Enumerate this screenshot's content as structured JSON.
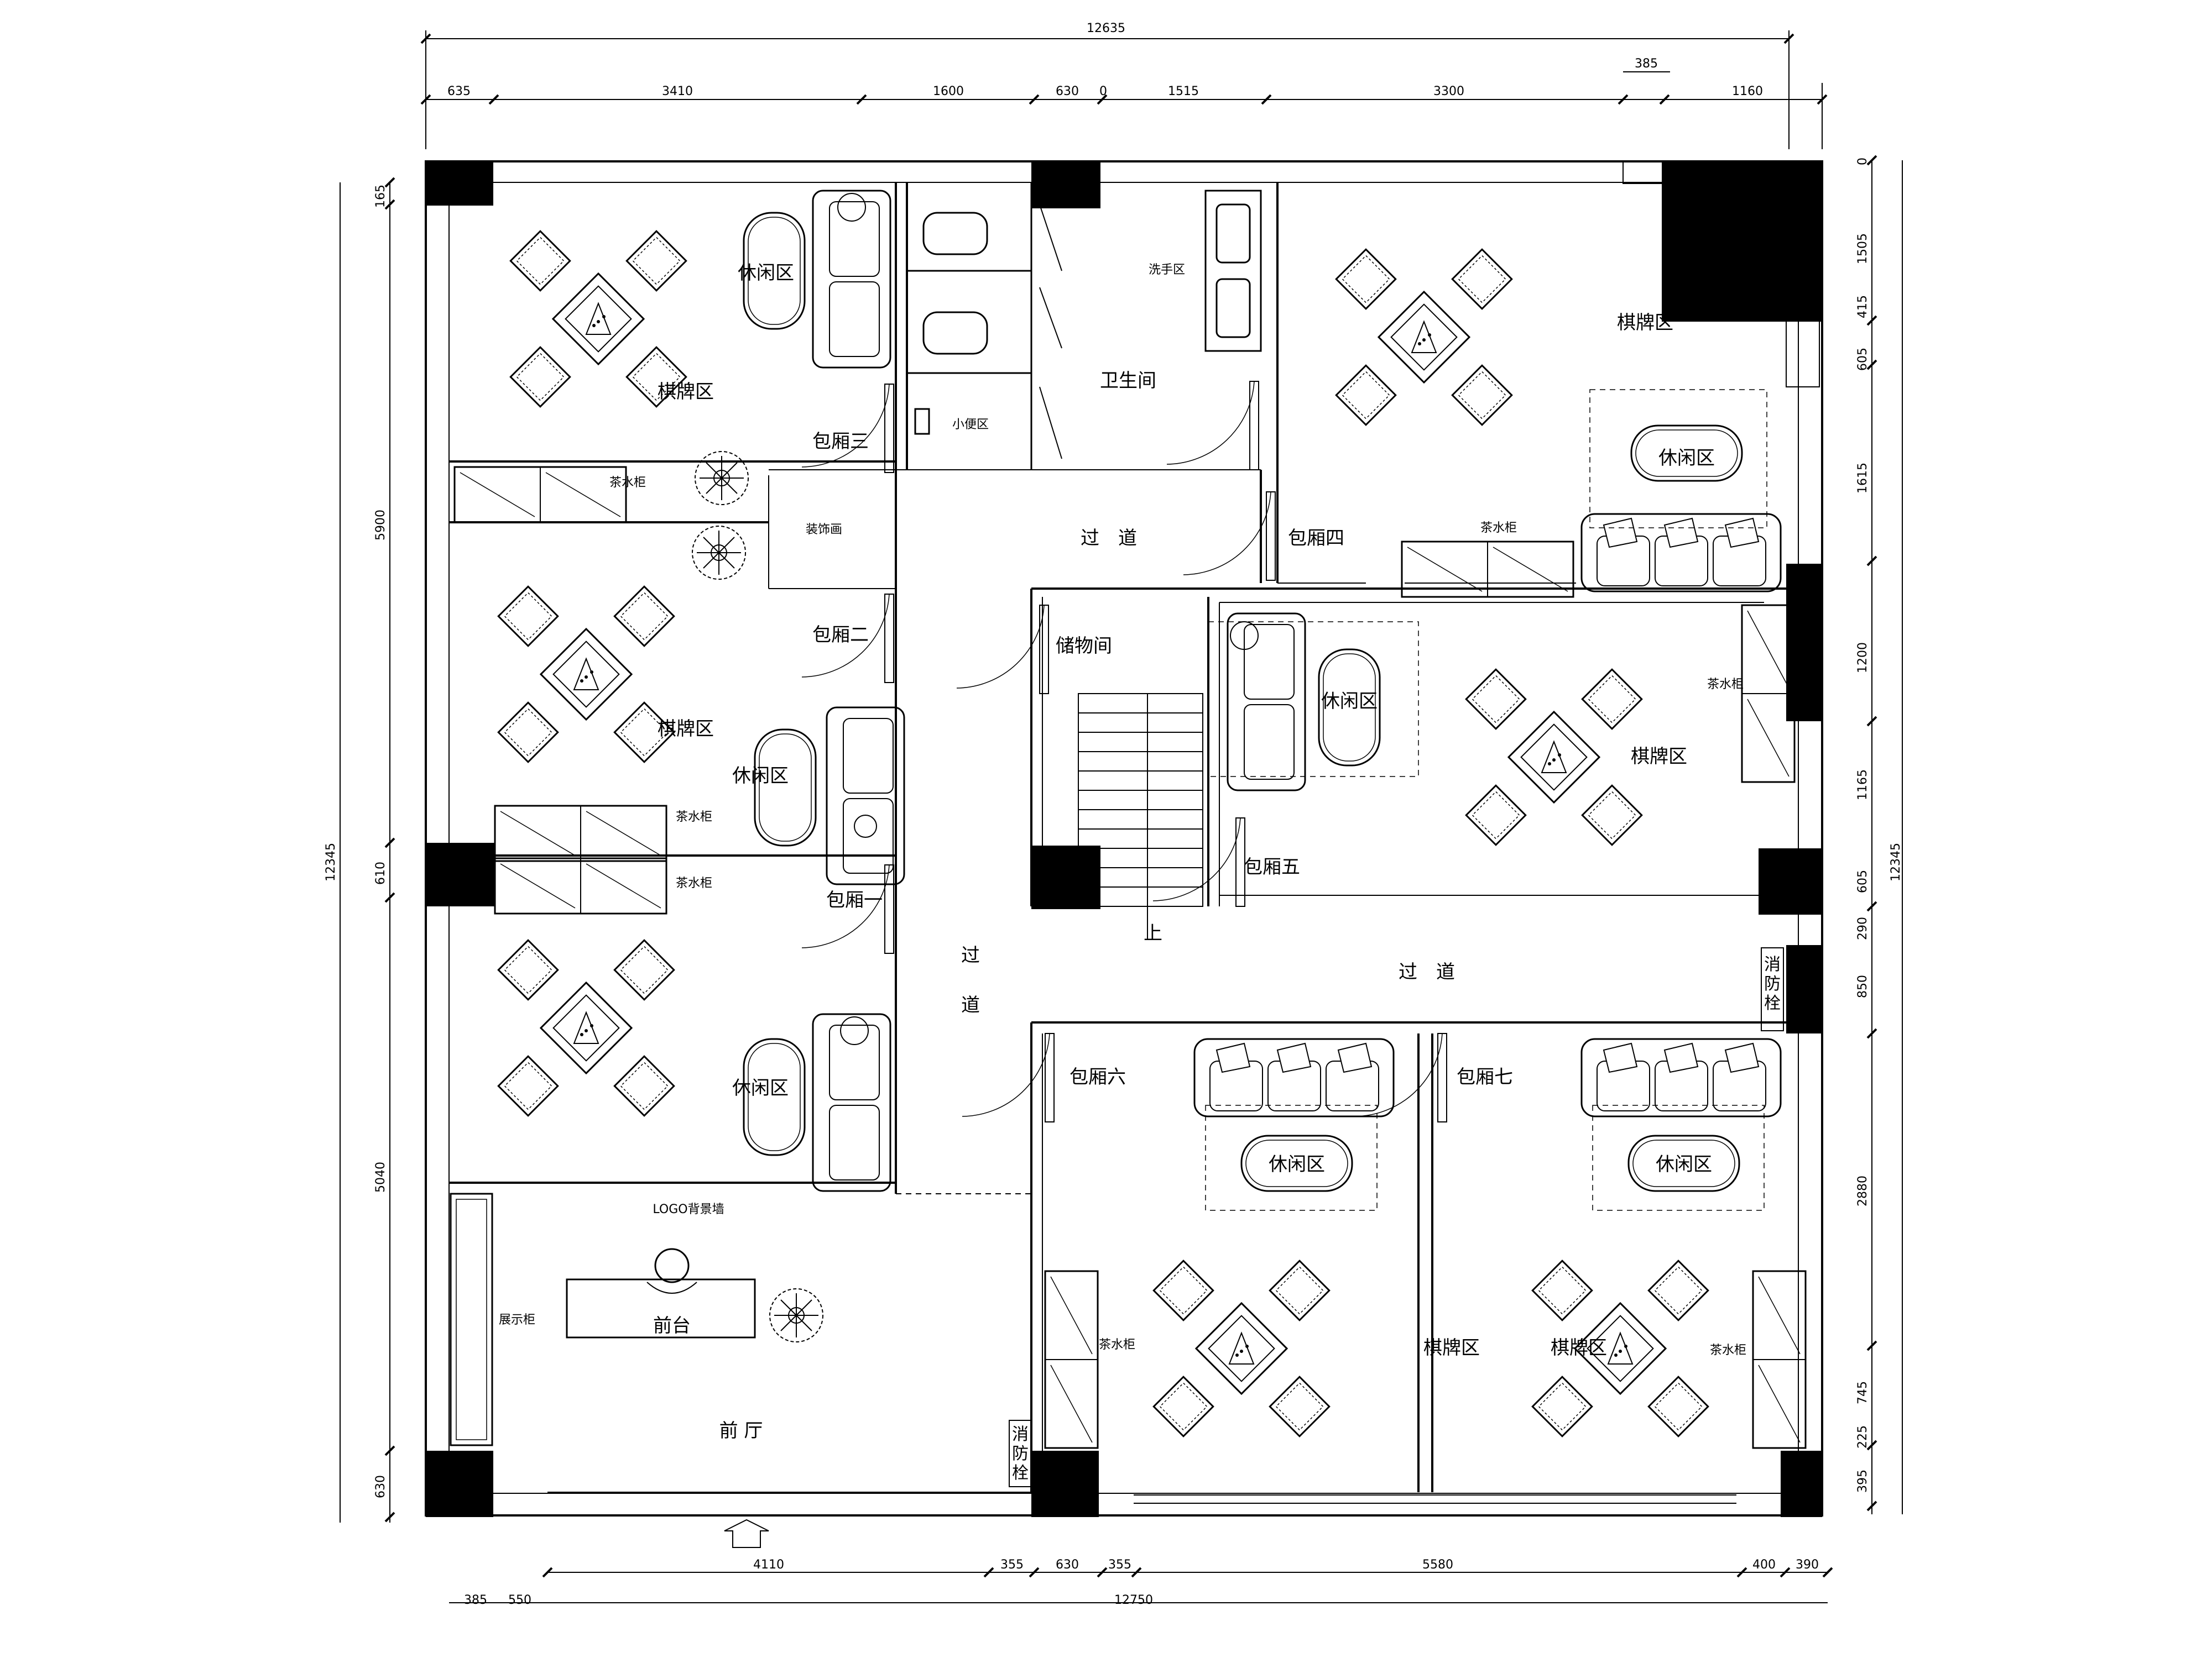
{
  "dimensions": {
    "top_total": "12635",
    "top_segments": [
      "635",
      "3410",
      "1600",
      "630",
      "0",
      "1515",
      "3300",
      "1160"
    ],
    "top_extra": "385",
    "bottom_total": "12750",
    "bottom_segments": [
      "4110",
      "355",
      "630",
      "355",
      "5580",
      "400",
      "390"
    ],
    "bottom_left": [
      "385",
      "550"
    ],
    "left_total": "12345",
    "left_segments": [
      "165",
      "5900",
      "610",
      "5040",
      "630"
    ],
    "right_total": "12345",
    "right_segments": [
      "0",
      "1505",
      "415",
      "605",
      "1615",
      "1200",
      "1165",
      "605",
      "290",
      "850",
      "2880",
      "745",
      "225",
      "395"
    ]
  },
  "rooms": {
    "leisure": "休闲区",
    "chess": "棋牌区",
    "box_one": "包厢一",
    "box_two": "包厢二",
    "box_three": "包厢三",
    "box_four": "包厢四",
    "box_five": "包厢五",
    "box_six": "包厢六",
    "box_seven": "包厢七",
    "restroom": "卫生间",
    "washbasin": "洗手区",
    "urinal": "小便区",
    "storage": "储物间",
    "corridor_1": "过",
    "corridor_2": "道",
    "corridor_spaced": "过　道",
    "lobby": "前 厅",
    "reception": "前台",
    "logo_wall": "LOGO背景墙",
    "display_cabinet": "展示柜",
    "tea_cabinet": "茶水柜",
    "decor_frame": "装饰画",
    "up": "上",
    "hydrant_1": "消",
    "hydrant_2": "防",
    "hydrant_3": "栓"
  },
  "colors": {
    "line": "#000000",
    "background": "#ffffff"
  }
}
